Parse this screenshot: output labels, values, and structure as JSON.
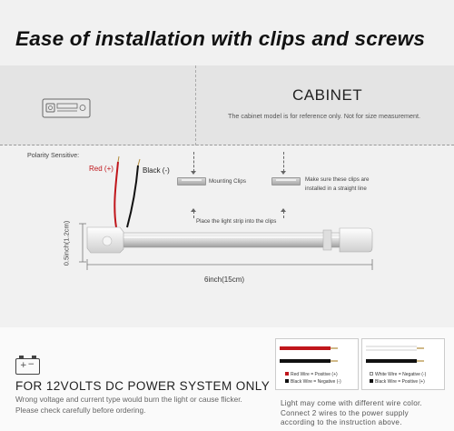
{
  "title": "Ease of installation with clips and screws",
  "cabinet": {
    "title": "CABINET",
    "note": "The cabinet model is for reference only. Not for size measurement."
  },
  "polarity": {
    "label": "Polarity Sensitive:",
    "red": "Red (+)",
    "black": "Black (-)"
  },
  "clips": {
    "mounting": "Mounting Clips",
    "straight_line_1": "Make sure these clips are",
    "straight_line_2": "installed in a straight line",
    "place": "Place the light strip into the clips"
  },
  "dimensions": {
    "height": "0.5inch(1.2cm)",
    "length": "6inch(15cm)"
  },
  "power": {
    "title": "FOR 12VOLTS DC POWER SYSTEM ONLY",
    "warning_1": "Wrong voltage and current type would burn the light or cause flicker.",
    "warning_2": "Please check carefully before ordering."
  },
  "wire_legend": {
    "red_black": {
      "line1": "Red Wire = Positive (+)",
      "line2": "Black Wire = Negative (-)"
    },
    "white_black": {
      "line1": "White Wire = Negative (-)",
      "line2": "Black Wire = Positive (+)"
    }
  },
  "wire_note": {
    "line1": "Light may come with different wire color.",
    "line2": "Connect 2 wires to the power supply",
    "line3": "according to the instruction above."
  },
  "colors": {
    "red_wire": "#c0161b",
    "black_wire": "#111111",
    "white_wire": "#ffffff"
  },
  "icons": [
    "battery-icon",
    "cabinet-model-icon",
    "screw-icon",
    "mounting-clip-icon",
    "led-light-strip-icon"
  ]
}
